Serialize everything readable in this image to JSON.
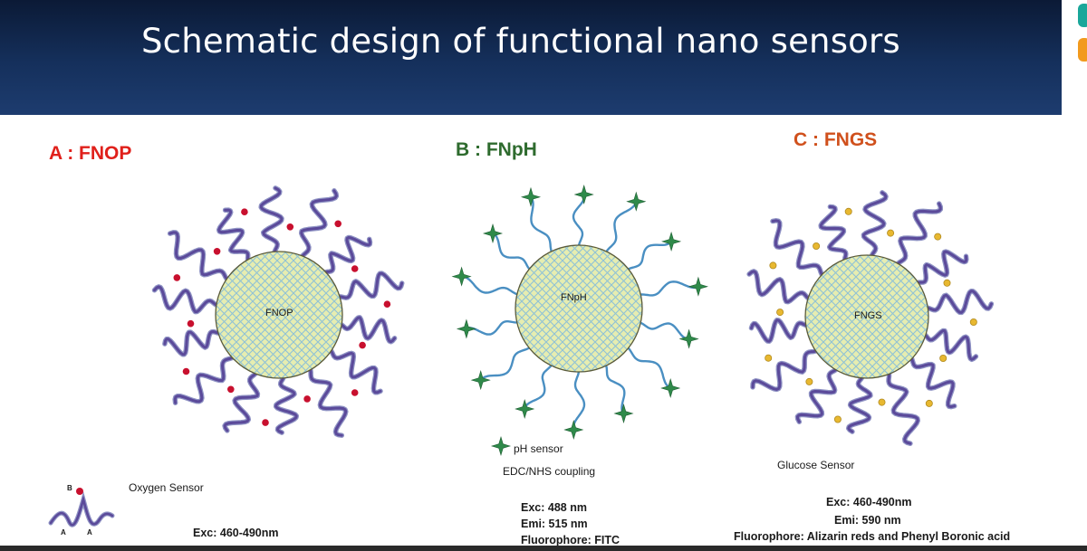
{
  "slide": {
    "title": "Schematic design of functional nano sensors"
  },
  "panels": [
    {
      "label": "A : FNOP",
      "core_label": "FNOP",
      "sensor_name": "Oxygen Sensor",
      "legend_letters": [
        "B",
        "A",
        "A"
      ],
      "exc": "Exc: 460-490nm",
      "color": "#e0201b"
    },
    {
      "label": "B : FNpH",
      "core_label": "FNpH",
      "legend_text": "pH sensor",
      "coupling": "EDC/NHS coupling",
      "exc": "Exc: 488 nm",
      "emi": "Emi: 515 nm",
      "fluorophore": "Fluorophore: FITC",
      "color": "#2e6b2e"
    },
    {
      "label": "C : FNGS",
      "core_label": "FNGS",
      "sensor_name": "Glucose Sensor",
      "exc": "Exc: 460-490nm",
      "emi": "Emi: 590 nm",
      "fluorophore": "Fluorophore: Alizarin reds and Phenyl Boronic acid",
      "color": "#d0501c"
    }
  ],
  "colors": {
    "header": "#15305c",
    "strand": "#5b4a9a",
    "strand_light": "#8f93c4",
    "oxygen_dot": "#c8102e",
    "glucose_dot": "#e8b830",
    "ph_arm": "#4a8fc2",
    "ph_star": "#2f8a4a",
    "core_fill": "#e6edb0",
    "core_hatch": "#8fc2d6"
  }
}
